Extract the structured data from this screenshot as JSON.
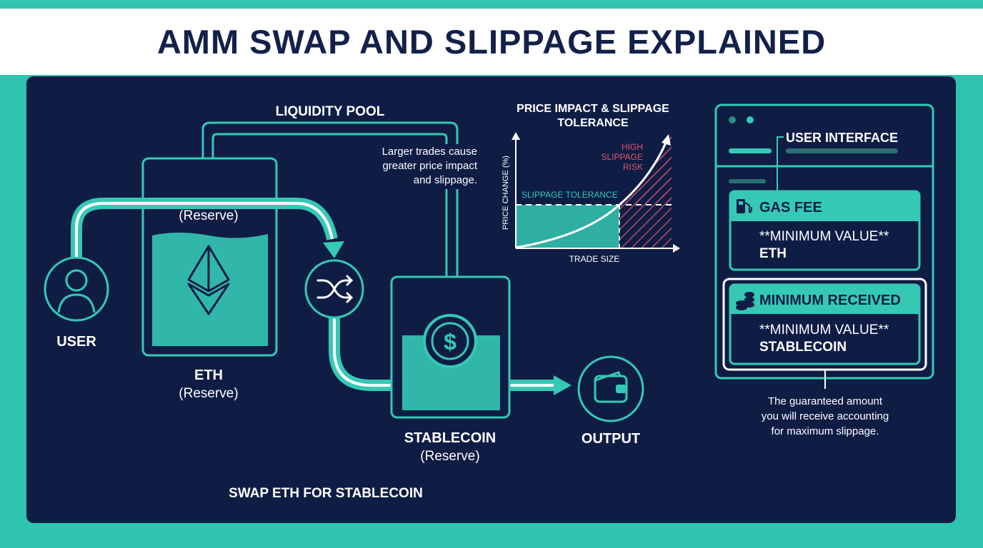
{
  "title": "AMM SWAP AND SLIPPAGE EXPLAINED",
  "colors": {
    "teal": "#35c9b5",
    "navy": "#0f1d45",
    "risk": "#e0566e",
    "white": "#ffffff"
  },
  "pool": {
    "label": "LIQUIDITY POOL",
    "eth_inner_label": "(Reserve)",
    "eth_label": "ETH",
    "eth_sub": "(Reserve)",
    "stable_label": "STABLECOIN",
    "stable_sub": "(Reserve)"
  },
  "user_label": "USER",
  "output_label": "OUTPUT",
  "swap_caption": "SWAP ETH FOR STABLECOIN",
  "note": [
    "Larger trades cause",
    "greater price impact",
    "and slippage."
  ],
  "icons": [
    "user-icon",
    "ethereum-icon",
    "shuffle-icon",
    "dollar-coin-icon",
    "wallet-icon",
    "gas-pump-icon",
    "coins-icon"
  ],
  "chart_data": {
    "type": "line",
    "title": [
      "PRICE IMPACT & SLIPPAGE",
      "TOLERANCE"
    ],
    "xlabel": "TRADE SIZE",
    "ylabel": "PRICE CHANGE (%)",
    "annotations": {
      "tolerance": "SLIPPAGE TOLERANCE",
      "risk": [
        "HIGH",
        "SLIPPAGE",
        "RISK"
      ]
    },
    "curve": "exponential"
  },
  "ui": {
    "label": "USER INTERFACE",
    "gas_title": "GAS FEE",
    "gas_value": "**MINIMUM VALUE**",
    "gas_unit": "ETH",
    "min_title": "MINIMUM RECEIVED",
    "min_value": "**MINIMUM VALUE**",
    "min_unit": "STABLECOIN",
    "footnote": [
      "The guaranteed amount",
      "you will receive accounting",
      "for maximum slippage."
    ]
  }
}
